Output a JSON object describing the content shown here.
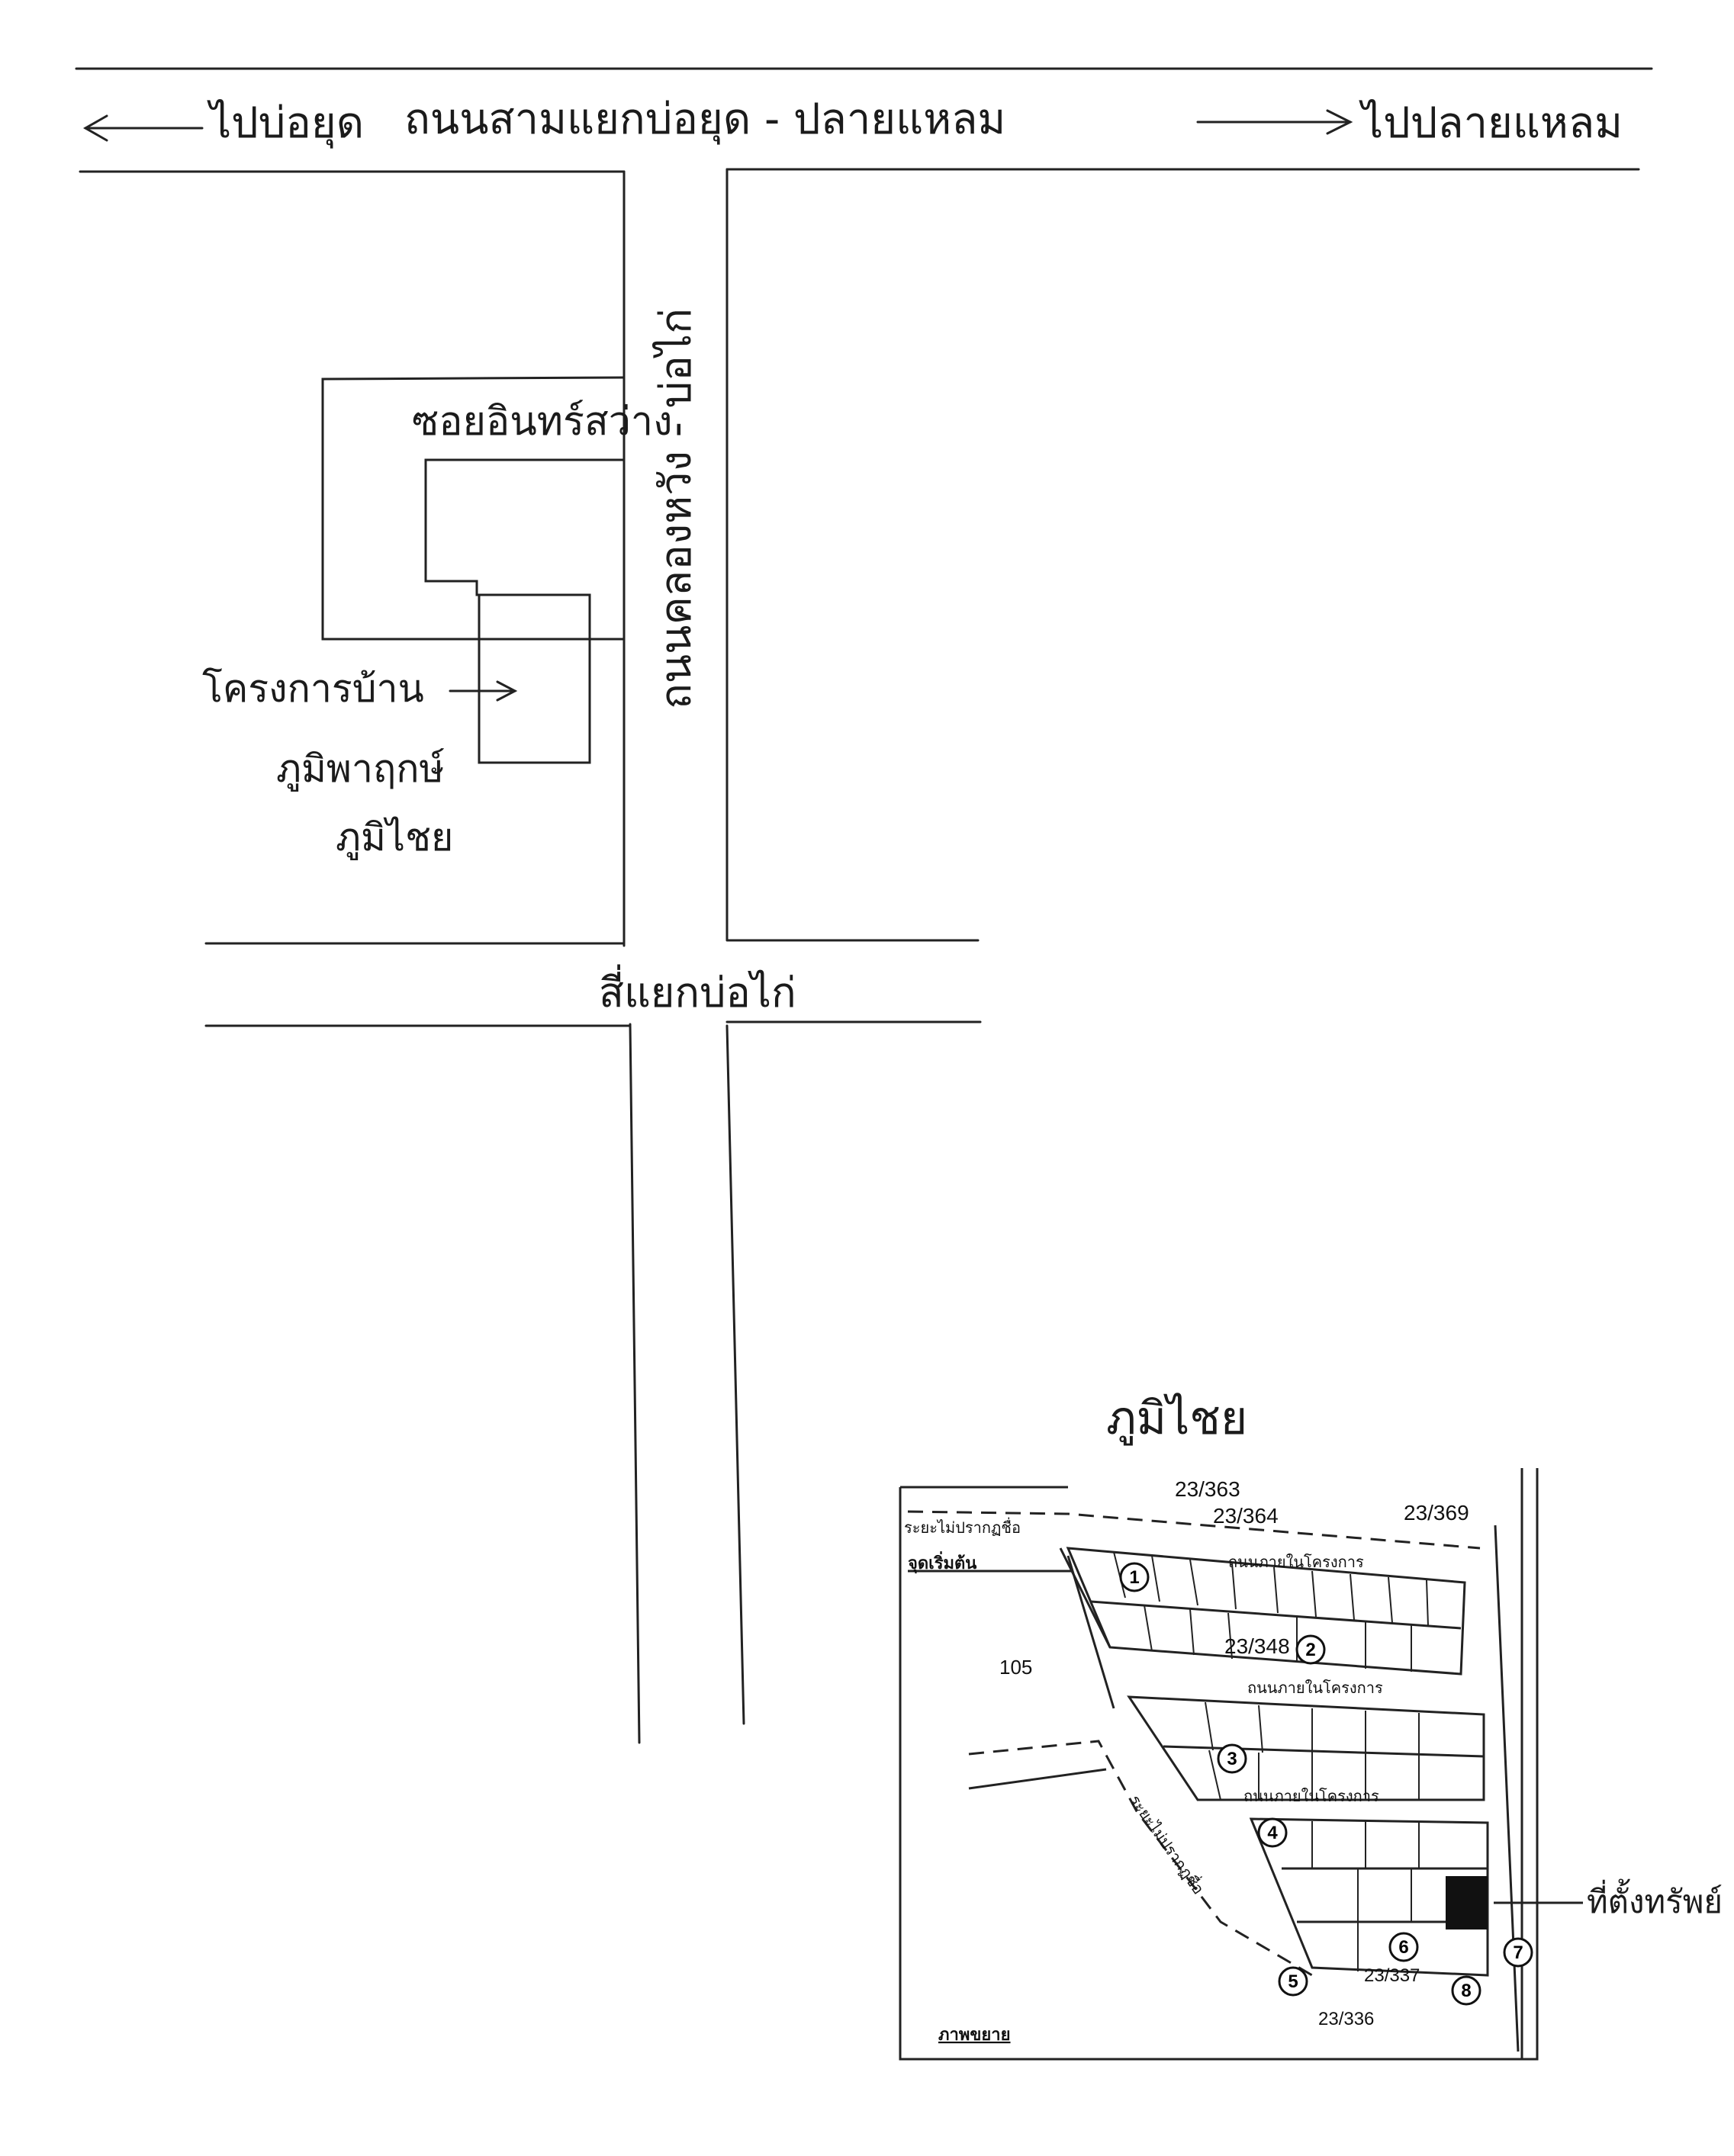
{
  "top_road": {
    "left_direction": "ไปบ่อยุด",
    "name": "ถนนสามแยกบ่อยุด - ปลายแหลม",
    "right_direction": "ไปปลายแหลม"
  },
  "vertical_road": "ถนนคลองหวัง - บ่อไก่",
  "soi_label": "ซอยอินทร์สว่าง",
  "project_label": [
    "โครงการบ้าน",
    "ภูมิพาฤกษ์",
    "ภูมิไชย"
  ],
  "intersection_label": "สี่แยกบ่อไก่",
  "inset": {
    "title": "ภูมิไชย",
    "lot_105": "105",
    "house_numbers": [
      "23/363",
      "23/364",
      "23/369",
      "23/348",
      "23/337",
      "23/336"
    ],
    "internal_road": "ถนนภายในโครงการ",
    "lane_top": "ระยะไม่ปรากฏชื่อ",
    "lane_diag": "ระยะไม่ปรากฏชื่อ",
    "start_point": "จุดเริ่มต้น",
    "property_label": "ที่ตั้งทรัพย์",
    "enlarged_label": "ภาพขยาย",
    "markers": [
      "1",
      "2",
      "3",
      "4",
      "5",
      "6",
      "7",
      "8"
    ]
  }
}
